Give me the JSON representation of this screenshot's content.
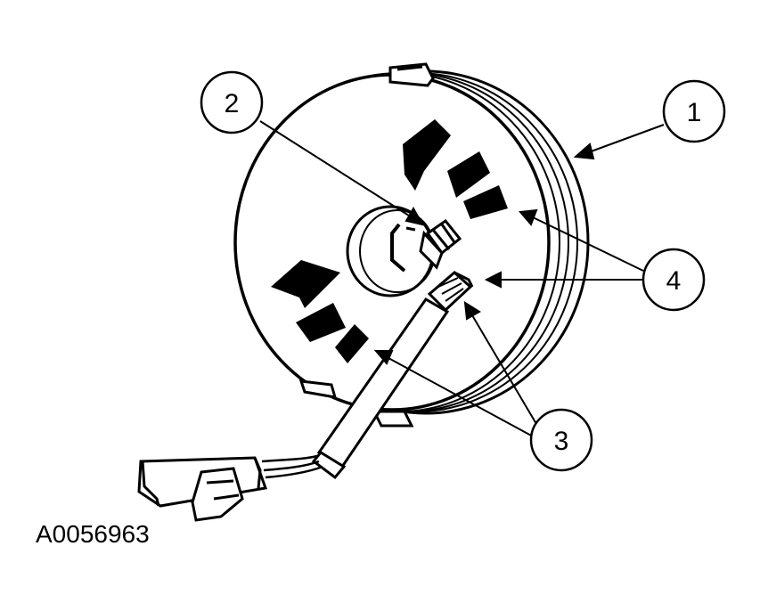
{
  "figure_code": "A0056963",
  "callouts": [
    {
      "id": "1",
      "label": "1"
    },
    {
      "id": "2",
      "label": "2"
    },
    {
      "id": "3",
      "label": "3"
    },
    {
      "id": "4",
      "label": "4"
    }
  ],
  "colors": {
    "ink": "#000000",
    "paper": "#ffffff"
  }
}
